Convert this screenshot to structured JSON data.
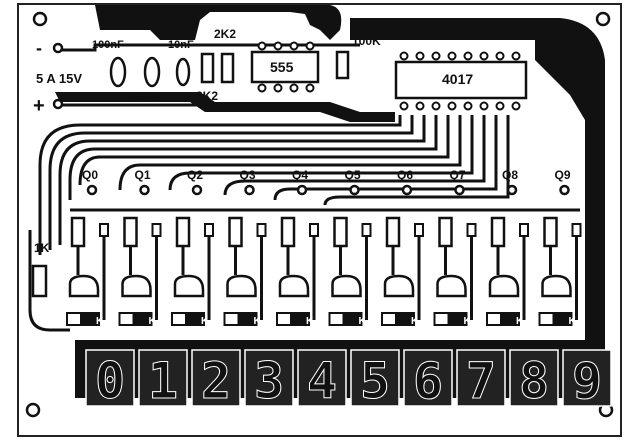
{
  "power": {
    "minus": "-",
    "plus": "+",
    "voltage": "5 A 15V"
  },
  "components": {
    "c1": "100nF",
    "c2": "100nF",
    "c3": "10nF",
    "r_top": "2K2",
    "r_bottom": "2K2",
    "timer": "555",
    "r_100k": "100K",
    "counter": "4017",
    "r_1k": "1K"
  },
  "outputs": [
    "Q0",
    "Q1",
    "Q2",
    "Q3",
    "Q4",
    "Q5",
    "Q6",
    "Q7",
    "Q8",
    "Q9"
  ],
  "led_k_label": "K",
  "digits": [
    "0",
    "1",
    "2",
    "3",
    "4",
    "5",
    "6",
    "7",
    "8",
    "9"
  ],
  "colors": {
    "copper": "#111111",
    "board": "#ffffff"
  }
}
